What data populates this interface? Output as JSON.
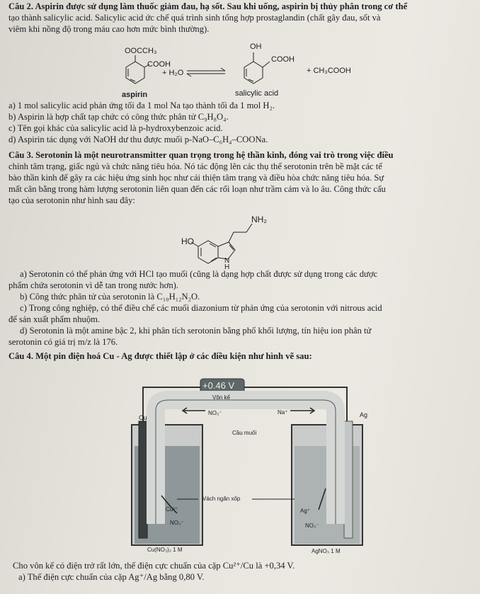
{
  "q2": {
    "l1": "Câu 2. Aspirin được sử dụng làm thuốc giảm đau, hạ sốt. Sau khi uống, aspirin bị thủy phân trong cơ thể",
    "l2": "tạo thành salicylic acid. Salicylic acid ức chế quá trình sinh tổng hợp prostaglandin (chất gây đau, sốt và",
    "l3": "viêm khi nồng độ trong máu cao hơn mức bình thường).",
    "eq": {
      "oocch3": "OOCCH₃",
      "cooh_a": "COOH",
      "plus_h2o": "+ H₂O",
      "oh": "OH",
      "cooh_b": "COOH",
      "plus_ch3cooh": "+ CH₃COOH",
      "aspirin": "aspirin",
      "salicylic": "salicylic acid"
    },
    "a": "a) 1 mol salicylic acid phản ứng tối đa 1 mol Na tạo thành tối đa 1 mol H₂.",
    "b": "b) Aspirin là hợp chất tạp chức có công thức phân tử C₉H₈O₄.",
    "c": "c) Tên gọi khác của salicylic acid là p-hydroxybenzoic acid.",
    "d": "d) Aspirin tác dụng với NaOH dư thu được muối p-NaO–C₆H₄–COONa."
  },
  "q3": {
    "l1": "Câu 3. Serotonin là một neurotransmitter quan trọng trong hệ thần kinh, đóng vai trò trong việc điều",
    "l2": "chỉnh tâm trạng, giấc ngủ và chức năng tiêu hóa. Nó tác động lên các thụ thể serotonin trên bề mặt các tế",
    "l3": "bào thần kinh để gây ra các hiệu ứng sinh học như cải thiện tâm trạng và điều hòa chức năng tiêu hóa. Sự",
    "l4": "mất cân bằng trong hàm lượng serotonin liên quan đến các rối loạn như trầm cảm và lo âu. Công thức cấu",
    "l5": "tạo của serotonin như hình sau đây:",
    "nh2": "NH₂",
    "ho": "HO",
    "nh": "N",
    "h": "H",
    "a1": "a) Serotonin có thể phản ứng với HCl tạo muối (cũng là dạng hợp chất được sử dụng trong các dược",
    "a2": "phẩm chứa serotonin vì dễ tan trong nước hơn).",
    "b": "b) Công thức phân tử của serotonin là C₁₀H₁₂N₂O.",
    "c1": "c) Trong công nghiệp, có thể điều chế các muối diazonium từ phản ứng của serotonin với nitrous acid",
    "c2": "để sản xuất phẩm nhuộm.",
    "d1": "d) Serotonin là một amine bậc 2, khi phân tích serotonin bằng phổ khối lượng, tín hiệu ion phân tử",
    "d2": "serotonin có giá trị m/z là 176."
  },
  "q4": {
    "l1": "Câu 4. Một pin điện hoá Cu - Ag được thiết lập ở các điều kiện như hình vẽ sau:",
    "voltage": "+0.46 V",
    "voltmeter": "Vôn kế",
    "cu": "Cu",
    "ag": "Ag",
    "no3": "NO₃⁻",
    "na": "Na⁺",
    "bridge": "Cầu muối",
    "membrane": "Vách ngăn xốp",
    "cu2": "Cu²⁺",
    "ag_ion": "Ag⁺",
    "no3_left": "NO₃⁻",
    "no3_right": "NO₃⁻",
    "cu_sol": "Cu(NO₃)₂ 1 M",
    "ag_sol": "AgNO₃ 1 M",
    "l2": "Cho vôn kế có điện trở rất lớn, thế điện cực chuẩn của cặp Cu²⁺/Cu là +0,34 V.",
    "a": "a) Thế điện cực chuẩn của cặp Ag⁺/Ag bằng 0,80 V."
  }
}
